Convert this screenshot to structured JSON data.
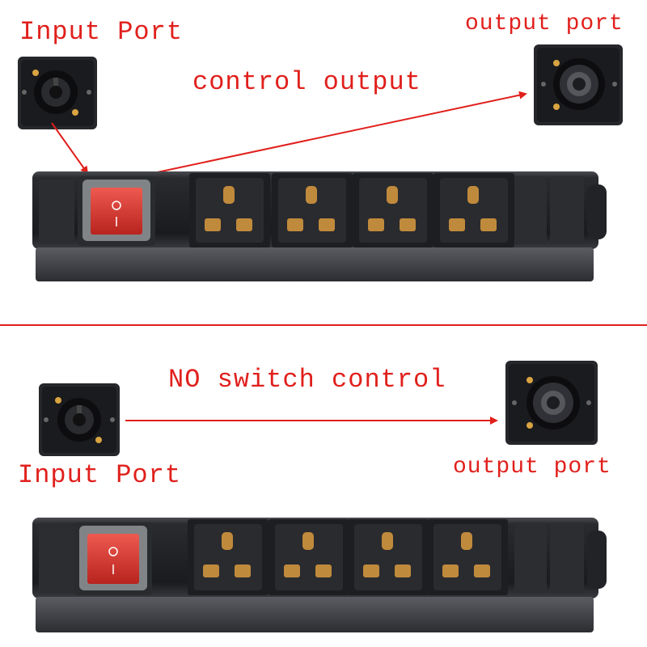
{
  "labels": {
    "input_port_top": "Input Port",
    "output_port_top": "output port",
    "control_output": "control output",
    "no_switch_control": "NO switch control",
    "input_port_bottom": "Input Port",
    "output_port_bottom": "output port"
  },
  "colors": {
    "annotation": "#e0201c",
    "body": "#1c1d20",
    "switch": "#d8342e",
    "contacts": "#c08a3c"
  },
  "sections": [
    {
      "name": "top",
      "outlets": 4,
      "switch_controls_output": true
    },
    {
      "name": "bottom",
      "outlets": 4,
      "switch_controls_output": false
    }
  ]
}
